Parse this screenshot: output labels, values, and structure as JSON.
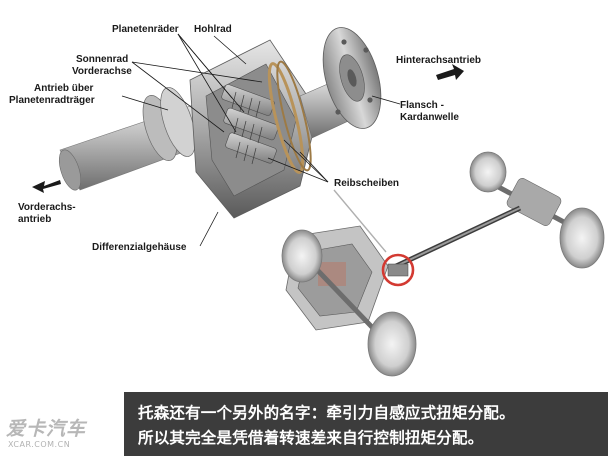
{
  "labels": {
    "planetenraeder": "Planetenräder",
    "hohlrad": "Hohlrad",
    "sonnenrad_1": "Sonnenrad",
    "sonnenrad_2": "Vorderachse",
    "antrieb_1": "Antrieb über",
    "antrieb_2": "Planetenradträger",
    "hinterachsantrieb": "Hinterachsantrieb",
    "flansch_1": "Flansch -",
    "flansch_2": "Kardanwelle",
    "reibscheiben": "Reibscheiben",
    "vorderachs_1": "Vorderachs-",
    "vorderachs_2": "antrieb",
    "differenzial": "Differenzialgehäuse"
  },
  "caption": {
    "line1": "托森还有一个另外的名字：牵引力自感应式扭矩分配。",
    "line2": "所以其完全是凭借着转速差来自行控制扭矩分配。"
  },
  "watermark": {
    "logo": "爱卡汽车",
    "url": "XCAR.COM.CN"
  }
}
